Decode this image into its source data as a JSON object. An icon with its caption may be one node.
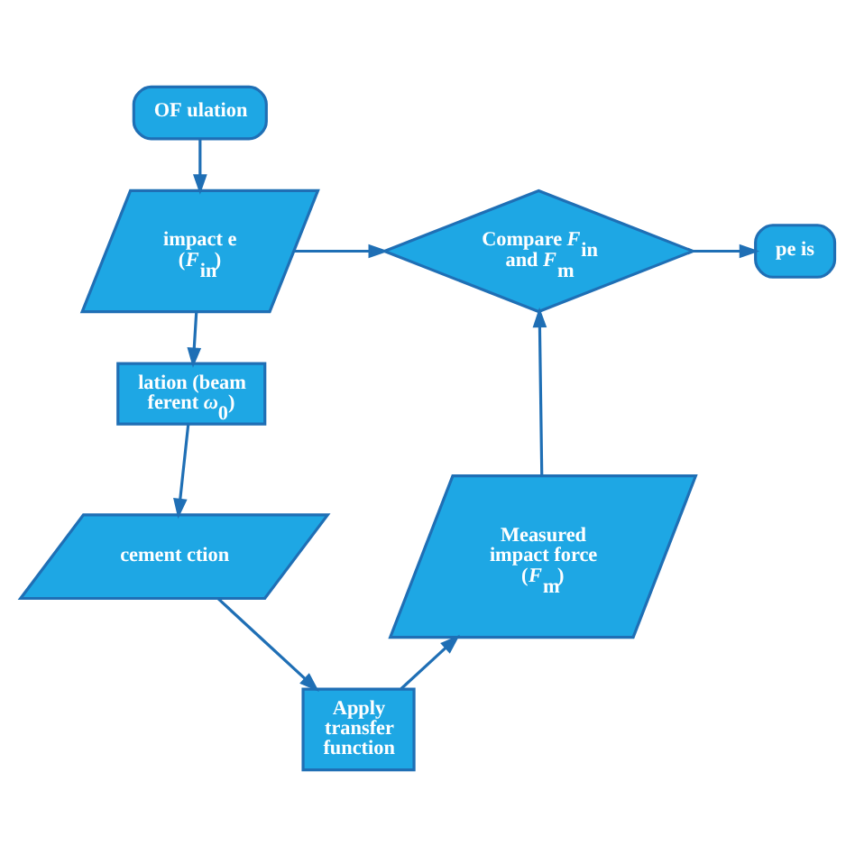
{
  "diagram": {
    "nodes": [
      {
        "text": [
          "OF ulation"
        ]
      },
      {
        "text": [
          "impact e (*F*$_{in}$)"
        ]
      },
      {
        "text": [
          "lation (beam ferent *ω*$_{0}$)"
        ]
      },
      {
        "text": [
          "cement ction"
        ]
      },
      {
        "text": [
          "Apply transfer function"
        ]
      },
      {
        "text": [
          "Measured impact force (*F*$_{m}$)"
        ]
      },
      {
        "text": [
          "Compare *F*$_{in}$ and *F*$_{m}$"
        ]
      },
      {
        "text": [
          "pe is"
        ]
      }
    ],
    "edges": [
      {
        "from": 0,
        "to": 1,
        "arrow": "to"
      },
      {
        "from": 1,
        "to": 2,
        "arrow": "to"
      },
      {
        "from": 2,
        "to": 3,
        "arrow": "to"
      },
      {
        "from": 3,
        "to": 4,
        "arrow": "to"
      },
      {
        "from": 4,
        "to": 5,
        "arrow": "to"
      },
      {
        "from": 5,
        "to": 6,
        "arrow": "to"
      },
      {
        "from": 1,
        "to": 6,
        "arrow": "to"
      },
      {
        "from": 6,
        "to": 7,
        "arrow": "to"
      }
    ]
  }
}
